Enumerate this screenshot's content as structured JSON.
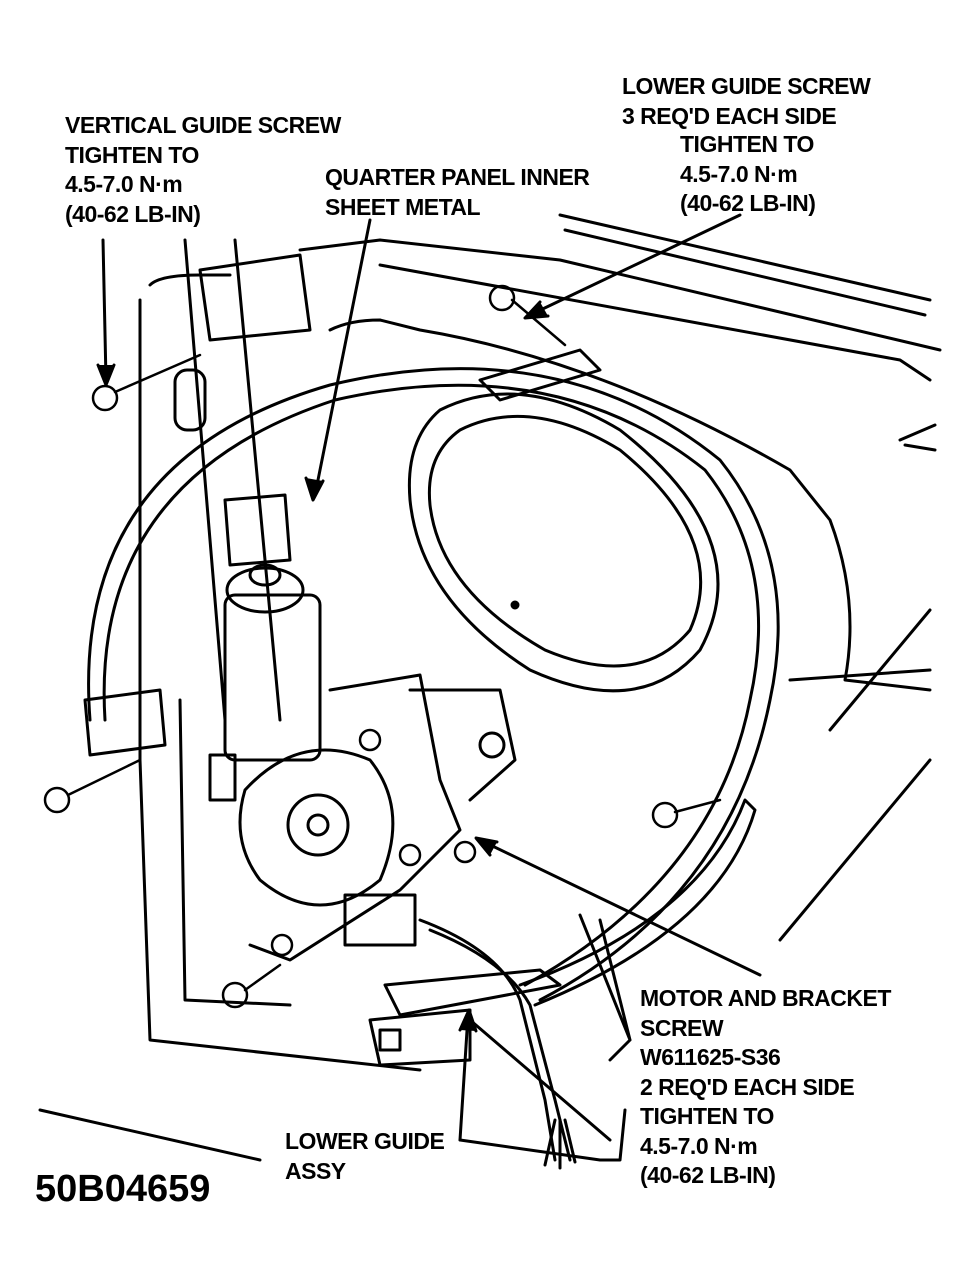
{
  "figure_id": "50B04659",
  "callouts": {
    "vertical_guide": [
      "VERTICAL GUIDE SCREW",
      "TIGHTEN TO",
      "4.5-7.0 N·m",
      "(40-62 LB-IN)"
    ],
    "quarter_panel": [
      "QUARTER PANEL INNER",
      "SHEET METAL"
    ],
    "lower_guide_screw": [
      "LOWER GUIDE  SCREW",
      "3 REQ'D  EACH SIDE"
    ],
    "lower_guide_screw_torque": [
      "TIGHTEN TO",
      "4.5-7.0 N·m",
      "(40-62 LB-IN)"
    ],
    "motor_bracket": [
      "MOTOR AND BRACKET",
      "SCREW",
      "W611625-S36",
      "2 REQ'D EACH SIDE",
      "TIGHTEN TO",
      "4.5-7.0 N·m",
      "(40-62 LB-IN)"
    ],
    "lower_guide_assy": [
      "LOWER GUIDE",
      "ASSY"
    ]
  },
  "colors": {
    "ink": "#000000",
    "paper": "#ffffff"
  }
}
